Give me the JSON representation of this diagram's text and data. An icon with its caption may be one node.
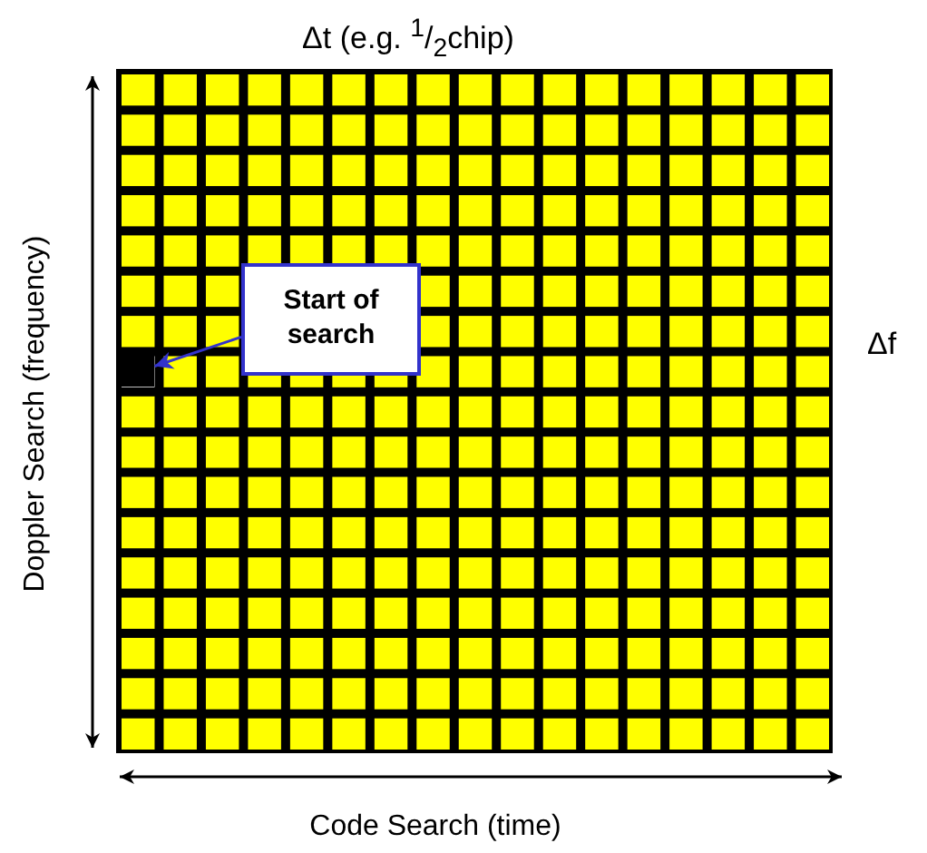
{
  "diagram": {
    "nodes": [
      {
        "text": [
          "Start of search"
        ]
      },
      {
        "text": [],
        "shape": "box"
      }
    ],
    "edges": [
      {
        "from": 0,
        "to": 1,
        "arrow": "to",
        "color": "#3333cc"
      }
    ],
    "labels": [
      "Δt (e.g. $^{1}$/$_{2}$chip)",
      "Δf",
      "Doppler Search (frequency)",
      "Code Search (time)"
    ]
  }
}
